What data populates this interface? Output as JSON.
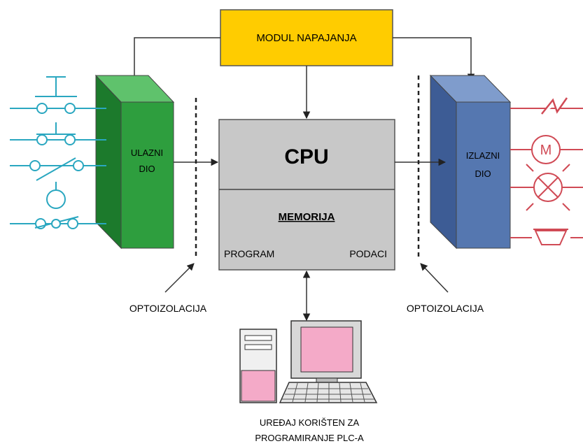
{
  "power_module": {
    "label": "MODUL NAPAJANJA",
    "color": "#ffcc00"
  },
  "cpu": {
    "title": "CPU",
    "memory_title": "MEMORIJA",
    "program_label": "PROGRAM",
    "data_label": "PODACI",
    "color": "#c8c8c8"
  },
  "input_module": {
    "line1": "ULAZNI",
    "line2": "DIO",
    "color": "#2e9e3e"
  },
  "output_module": {
    "line1": "IZLAZNI",
    "line2": "DIO",
    "color": "#5577b0"
  },
  "optoisolation_left": "OPTOIZOLACIJA",
  "optoisolation_right": "OPTOIZOLACIJA",
  "programming_device": {
    "line1": "UREĐAJ KORIŠTEN ZA",
    "line2": "PROGRAMIRANJE PLC-A",
    "color": "#f4aac8"
  },
  "input_devices": [
    "push-button-icon",
    "push-button-icon",
    "switch-icon",
    "float-switch-icon",
    "limit-switch-icon"
  ],
  "output_devices": [
    "heater-coil-icon",
    "motor-icon",
    "lamp-icon",
    "horn-icon"
  ],
  "colors": {
    "input_wire": "#2aa7c0",
    "output_wire": "#d04a55"
  }
}
